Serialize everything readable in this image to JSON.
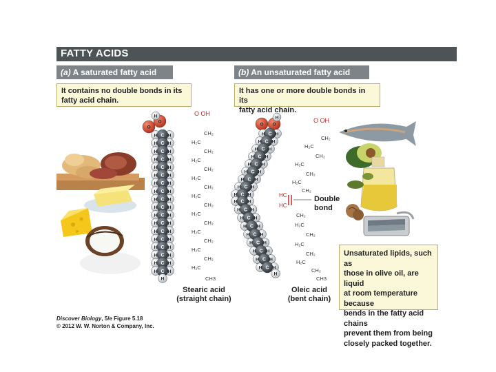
{
  "header": {
    "title": "FATTY ACIDS"
  },
  "panel_a": {
    "tab_letter": "(a)",
    "tab_text": "A saturated fatty acid",
    "note_line1": "It contains no double bonds in its",
    "note_line2": "fatty acid chain.",
    "cooh": "O   OH",
    "chain_label": "CH2 / H2C",
    "end_label": "CH3",
    "caption_line1": "Stearic acid",
    "caption_line2": "(straight chain)"
  },
  "panel_b": {
    "tab_letter": "(b)",
    "tab_text": "An unsaturated fatty acid",
    "note_line1": "It has one or more double bonds in its",
    "note_line2": "fatty acid chain.",
    "double_bond_label_line1": "Double",
    "double_bond_label_line2": "bond",
    "hc_label": "HC",
    "caption_line1": "Oleic acid",
    "caption_line2": "(bent chain)",
    "callout_lines": [
      "Unsaturated lipids, such as",
      "those in olive oil, are liquid",
      "at room temperature because",
      "bends in the fatty acid chains",
      "prevent them from being",
      "closely packed together."
    ]
  },
  "credits": {
    "line1_title": "Discover Biology",
    "line1_rest": ", 5/e  Figure 5.18",
    "line2": "© 2012 W. W. Norton & Company, Inc."
  },
  "atoms": {
    "hydrogen": "H",
    "carbon": "C",
    "oxygen": "O"
  },
  "colors": {
    "title_bar": "#4e5356",
    "tab": "#7d8387",
    "note_bg": "#fbf7d9",
    "carbon": "#3f454b",
    "hydrogen": "#e4e8ec",
    "oxygen": "#d2452e",
    "double_bond": "#c62828"
  },
  "icons": [
    "meat-image",
    "cheese-image",
    "butter-image",
    "coconut-image",
    "fish-image",
    "avocado-image",
    "olive-oil-image",
    "walnut-image",
    "sardine-tin-image"
  ]
}
